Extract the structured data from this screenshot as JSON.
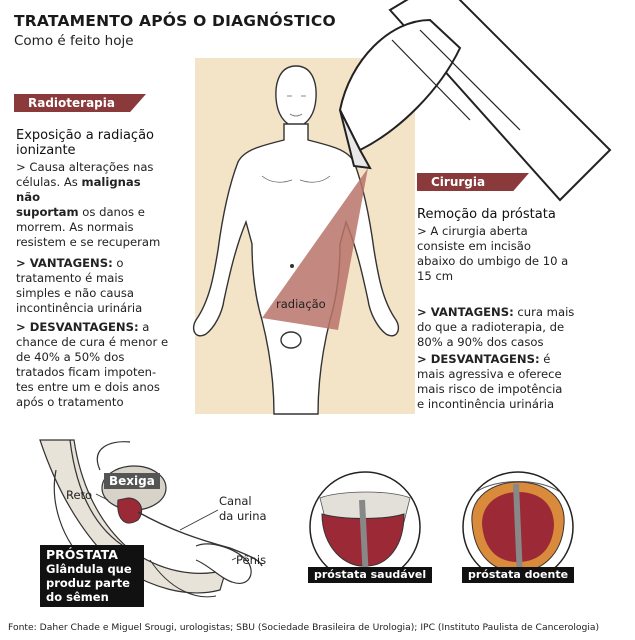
{
  "header": {
    "title": "TRATAMENTO APÓS O DIAGNÓSTICO",
    "subtitle": "Como é feito hoje"
  },
  "radio": {
    "tag": "Radioterapia",
    "heading_l1": "Exposição a radiação",
    "heading_l2": "ionizante",
    "p1_l1": "> Causa alterações nas",
    "p1_l2a": "células. As ",
    "p1_l2b": "malignas não",
    "p1_l3a": "suportam",
    "p1_l3b": " os danos e",
    "p1_l4": "morrem. As normais",
    "p1_l5": "resistem e se recuperam",
    "v_label": "> VANTAGENS:",
    "v_l1": " o",
    "v_l2": "tratamento é mais",
    "v_l3": "simples e não causa",
    "v_l4": "incontinência urinária",
    "d_label": "> DESVANTAGENS:",
    "d_l1": " a",
    "d_l2": "chance de cura é menor e",
    "d_l3": "de 40% a 50% dos",
    "d_l4": "tratados ficam impoten-",
    "d_l5": "tes entre um e dois anos",
    "d_l6": "após o tratamento"
  },
  "cirurgia": {
    "tag": "Cirurgia",
    "heading": "Remoção da próstata",
    "p1_l1": "> A cirurgia aberta",
    "p1_l2": "consiste em incisão",
    "p1_l3": "abaixo do umbigo de 10 a",
    "p1_l4": "15 cm",
    "v_label": "> VANTAGENS:",
    "v_l1": " cura mais",
    "v_l2": "do que a radioterapia, de",
    "v_l3": "80% a 90% dos casos",
    "d_label": "> DESVANTAGENS:",
    "d_l1": " é",
    "d_l2": "mais agressiva e oferece",
    "d_l3": "mais risco de impotência",
    "d_l4": "e incontinência urinária"
  },
  "figure": {
    "radiation_label": "radiação"
  },
  "anatomy": {
    "reto": "Reto",
    "bexiga": "Bexiga",
    "canal_l1": "Canal",
    "canal_l2": "da urina",
    "penis": "Pênis",
    "prostata_title": "PRÓSTATA",
    "prostata_l1": "Glândula que",
    "prostata_l2": "produz parte",
    "prostata_l3": "do sêmen",
    "healthy": "próstata saudável",
    "sick": "próstata doente"
  },
  "source": "Fonte: Daher Chade e Miguel Srougi, urologistas; SBU (Sociedade Brasileira de Urologia); IPC (Instituto Paulista de Cancerologia)",
  "colors": {
    "accent": "#8a3a3a",
    "radiation": "#b9736a",
    "table": "#f3e4c8",
    "prostate": "#9c2a36"
  }
}
